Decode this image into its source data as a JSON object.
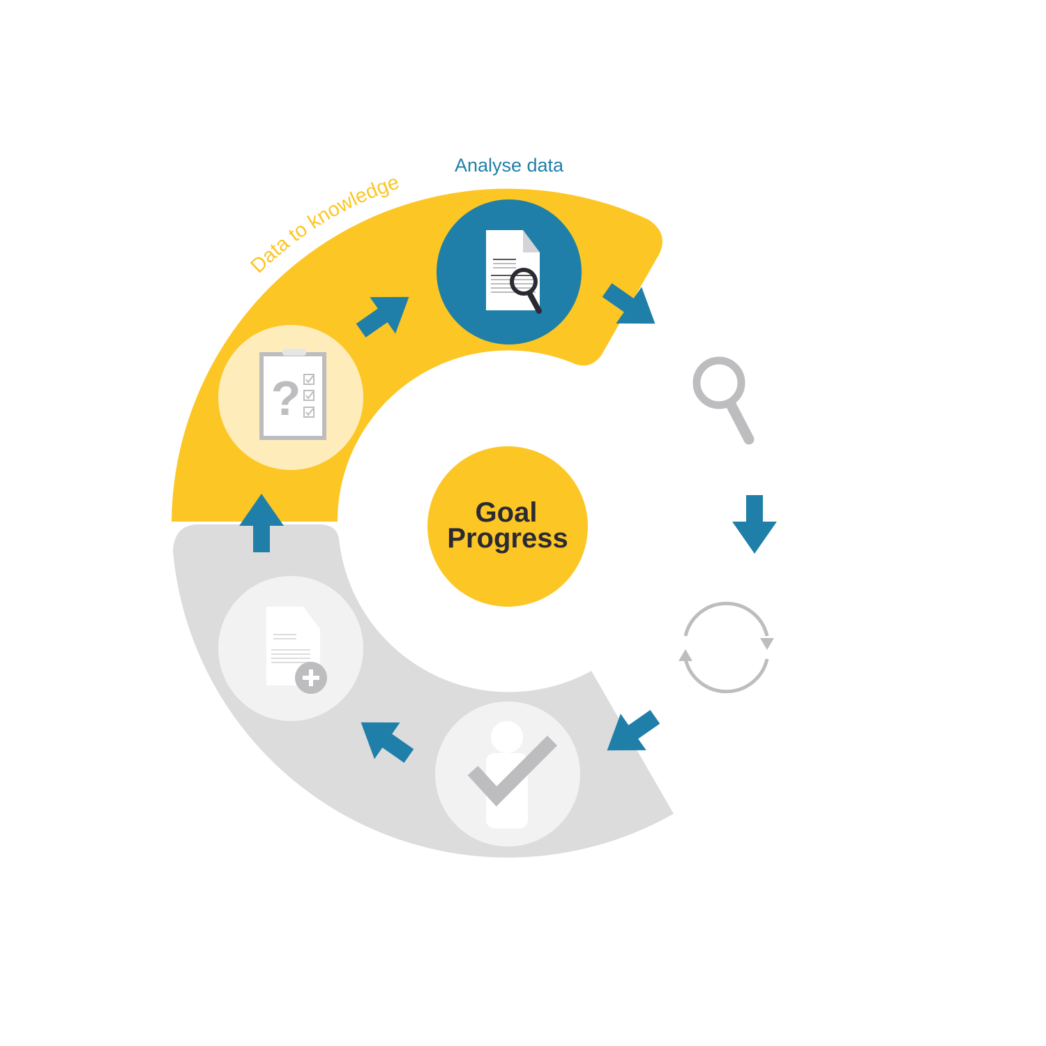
{
  "labels": {
    "arc_title": "Data to knowledge",
    "step_title": "Analyse data",
    "center_line1": "Goal",
    "center_line2": "Progress"
  },
  "colors": {
    "yellow": "#fcc624",
    "light_yellow": "#feecba",
    "blue": "#1f7fa8",
    "gray_band": "#dcdcdc",
    "light_gray": "#f2f2f2",
    "icon_gray": "#bdbdbf",
    "dark": "#2b2a33"
  },
  "steps": [
    {
      "icon": "clipboard-question-icon",
      "state": "past"
    },
    {
      "icon": "document-search-icon",
      "state": "active"
    },
    {
      "icon": "magnifier-icon",
      "state": "upcoming"
    },
    {
      "icon": "refresh-cycle-icon",
      "state": "upcoming"
    },
    {
      "icon": "person-check-icon",
      "state": "upcoming"
    },
    {
      "icon": "document-add-icon",
      "state": "upcoming"
    }
  ]
}
